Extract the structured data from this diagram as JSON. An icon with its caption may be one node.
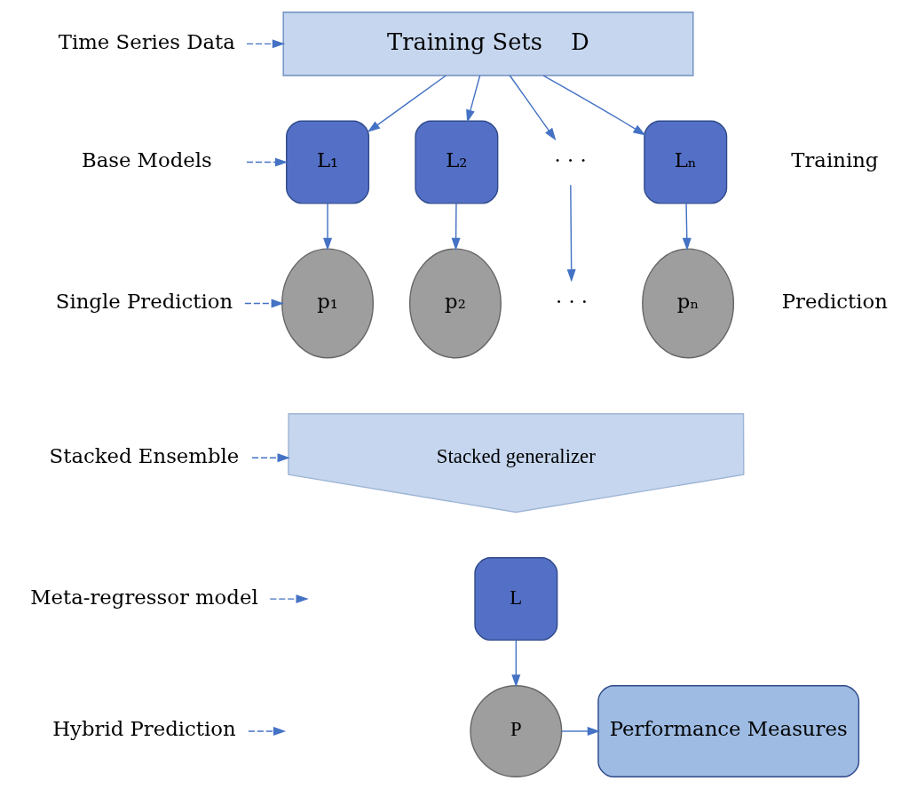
{
  "diagram": {
    "nodes": [
      {
        "text": [
          "Time Series Data"
        ]
      },
      {
        "text": [
          "Training Sets    D"
        ]
      },
      {
        "text": [
          "Base Models"
        ]
      },
      {
        "text": [
          "L₁"
        ]
      },
      {
        "text": [
          "L₂"
        ]
      },
      {
        "text": [
          "· · ·"
        ]
      },
      {
        "text": [
          "Lₙ"
        ]
      },
      {
        "text": [
          "Single Prediction"
        ]
      },
      {
        "text": [
          "p₁"
        ]
      },
      {
        "text": [
          "p₂"
        ]
      },
      {
        "text": [
          "· · ·"
        ]
      },
      {
        "text": [
          "pₙ"
        ]
      },
      {
        "text": [
          "Stacked Ensemble"
        ]
      },
      {
        "text": [
          "Stacked generalizer"
        ]
      },
      {
        "text": [
          "Meta-regressor model"
        ]
      },
      {
        "text": [
          "L"
        ]
      },
      {
        "text": [
          "Hybrid Prediction"
        ]
      },
      {
        "text": [
          "P"
        ]
      },
      {
        "text": [
          "Performance Measures"
        ]
      }
    ],
    "edges": [
      {
        "from": 0,
        "to": 1,
        "arrow": "to",
        "style": "dashed"
      },
      {
        "from": 1,
        "to": 3,
        "arrow": "to"
      },
      {
        "from": 1,
        "to": 4,
        "arrow": "to"
      },
      {
        "from": 1,
        "to": 5,
        "arrow": "to"
      },
      {
        "from": 1,
        "to": 6,
        "arrow": "to"
      },
      {
        "from": 2,
        "to": 3,
        "arrow": "to",
        "style": "dashed"
      },
      {
        "from": 3,
        "to": 8,
        "arrow": "to"
      },
      {
        "from": 4,
        "to": 9,
        "arrow": "to"
      },
      {
        "from": 5,
        "to": 10,
        "arrow": "to"
      },
      {
        "from": 6,
        "to": 11,
        "arrow": "to"
      },
      {
        "from": 7,
        "to": 8,
        "arrow": "to",
        "style": "dashed"
      },
      {
        "from": 12,
        "to": 13,
        "arrow": "to",
        "style": "dashed"
      },
      {
        "from": 14,
        "to": null,
        "arrow": "to",
        "style": "dashed"
      },
      {
        "from": 15,
        "to": 17,
        "arrow": "to"
      },
      {
        "from": 16,
        "to": null,
        "arrow": "to",
        "style": "dashed"
      },
      {
        "from": 17,
        "to": 18,
        "arrow": "to"
      }
    ],
    "labels": [
      "Training",
      "Prediction"
    ]
  }
}
